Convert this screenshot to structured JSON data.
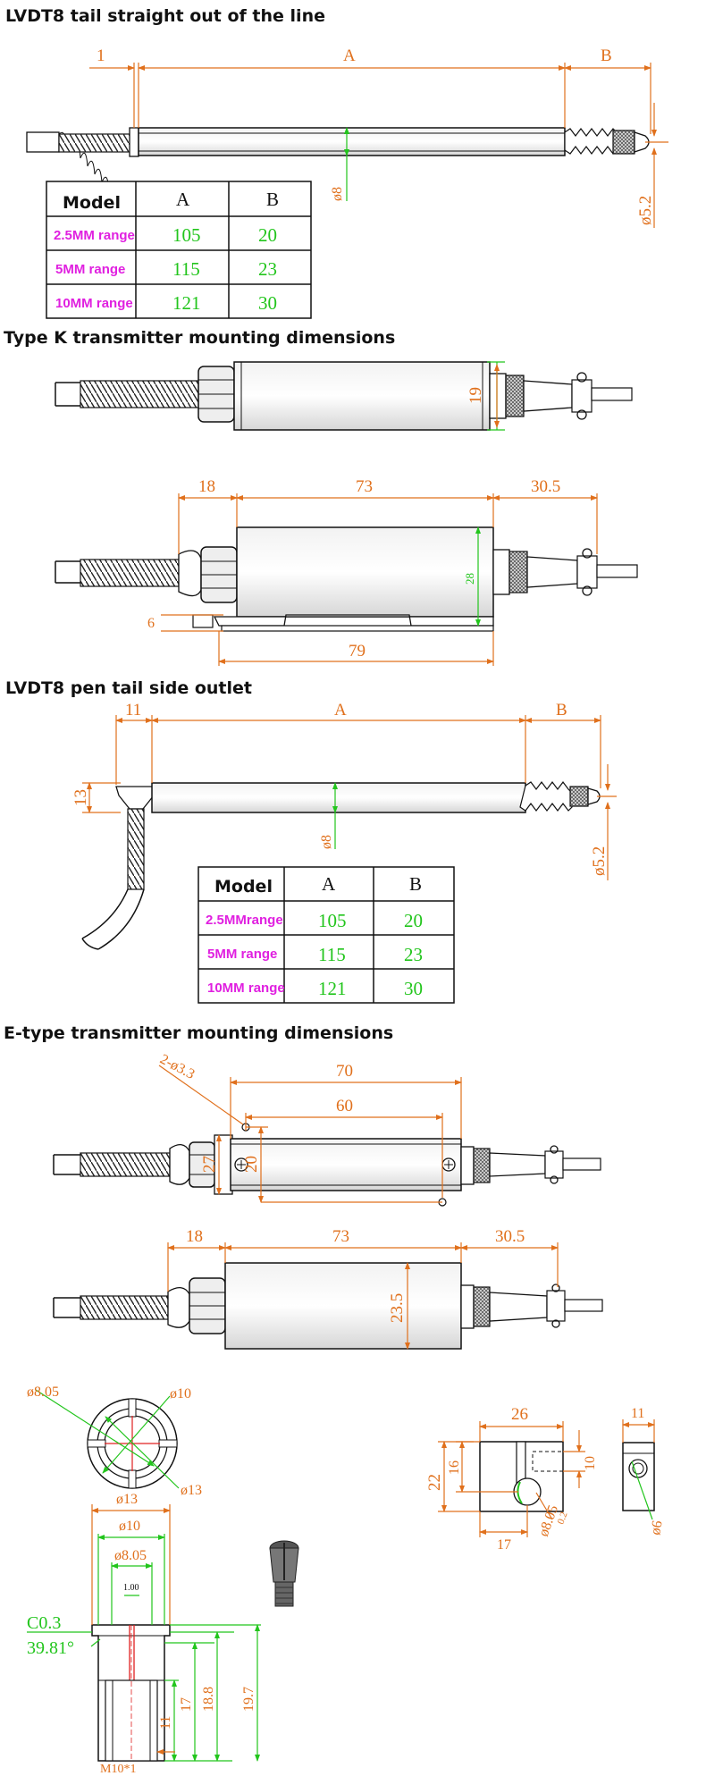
{
  "sections": {
    "s1_title": "LVDT8 tail straight out of the line",
    "s2_title": "Type K transmitter mounting dimensions",
    "s3_title": "LVDT8 pen tail side outlet",
    "s4_title": "E-type transmitter mounting dimensions"
  },
  "table1": {
    "headers": [
      "Model",
      "A",
      "B"
    ],
    "rows": [
      {
        "model": "2.5MM",
        "range": "range",
        "a": "105",
        "b": "20"
      },
      {
        "model": "5MM",
        "range": "range",
        "a": "115",
        "b": "23"
      },
      {
        "model": "10MM",
        "range": "range",
        "a": "121",
        "b": "30"
      }
    ]
  },
  "table2": {
    "headers": [
      "Model",
      "A",
      "B"
    ],
    "rows": [
      {
        "model": "2.5MM",
        "range": "range",
        "a": "105",
        "b": "20"
      },
      {
        "model": "5MM",
        "range": "range",
        "a": "115",
        "b": "23"
      },
      {
        "model": "10MM",
        "range": "range",
        "a": "121",
        "b": "30"
      }
    ]
  },
  "dims": {
    "s1": {
      "one": "1",
      "a": "A",
      "b": "B",
      "dia8": "ø8",
      "dia52": "ø5.2"
    },
    "s2": {
      "h19": "19",
      "d18": "18",
      "d73": "73",
      "d305": "30.5",
      "h28": "28",
      "d6": "6",
      "d79": "79"
    },
    "s3": {
      "d11": "11",
      "a": "A",
      "b": "B",
      "d13": "13",
      "dia8": "ø8",
      "dia52": "ø5.2"
    },
    "s4": {
      "hole": "2-ø3.3",
      "d70": "70",
      "d60": "60",
      "h27": "27",
      "h20": "20",
      "d18": "18",
      "d73": "73",
      "d305": "30.5",
      "h235": "23.5"
    },
    "clamp_front": {
      "d805": "ø8.05",
      "d10": "ø10",
      "d13": "ø13"
    },
    "block": {
      "w26": "26",
      "h10": "10",
      "h22": "22",
      "h16": "16",
      "w17": "17",
      "dia": "ø8.05",
      "r": "0.2"
    },
    "side": {
      "w11": "11",
      "dia6": "ø6"
    },
    "clamp_section": {
      "d13": "ø13",
      "d10": "ø10",
      "d805": "ø8.05",
      "w1": "1.00",
      "c": "C0.3",
      "angle": "39.81°",
      "h11": "11",
      "h17": "17",
      "h188": "18.8",
      "h197": "19.7",
      "thread": "M10*1"
    }
  },
  "colors": {
    "dimension": "#e0701c",
    "green": "#22c51c",
    "range": "#e020e0",
    "red": "#e02020"
  }
}
